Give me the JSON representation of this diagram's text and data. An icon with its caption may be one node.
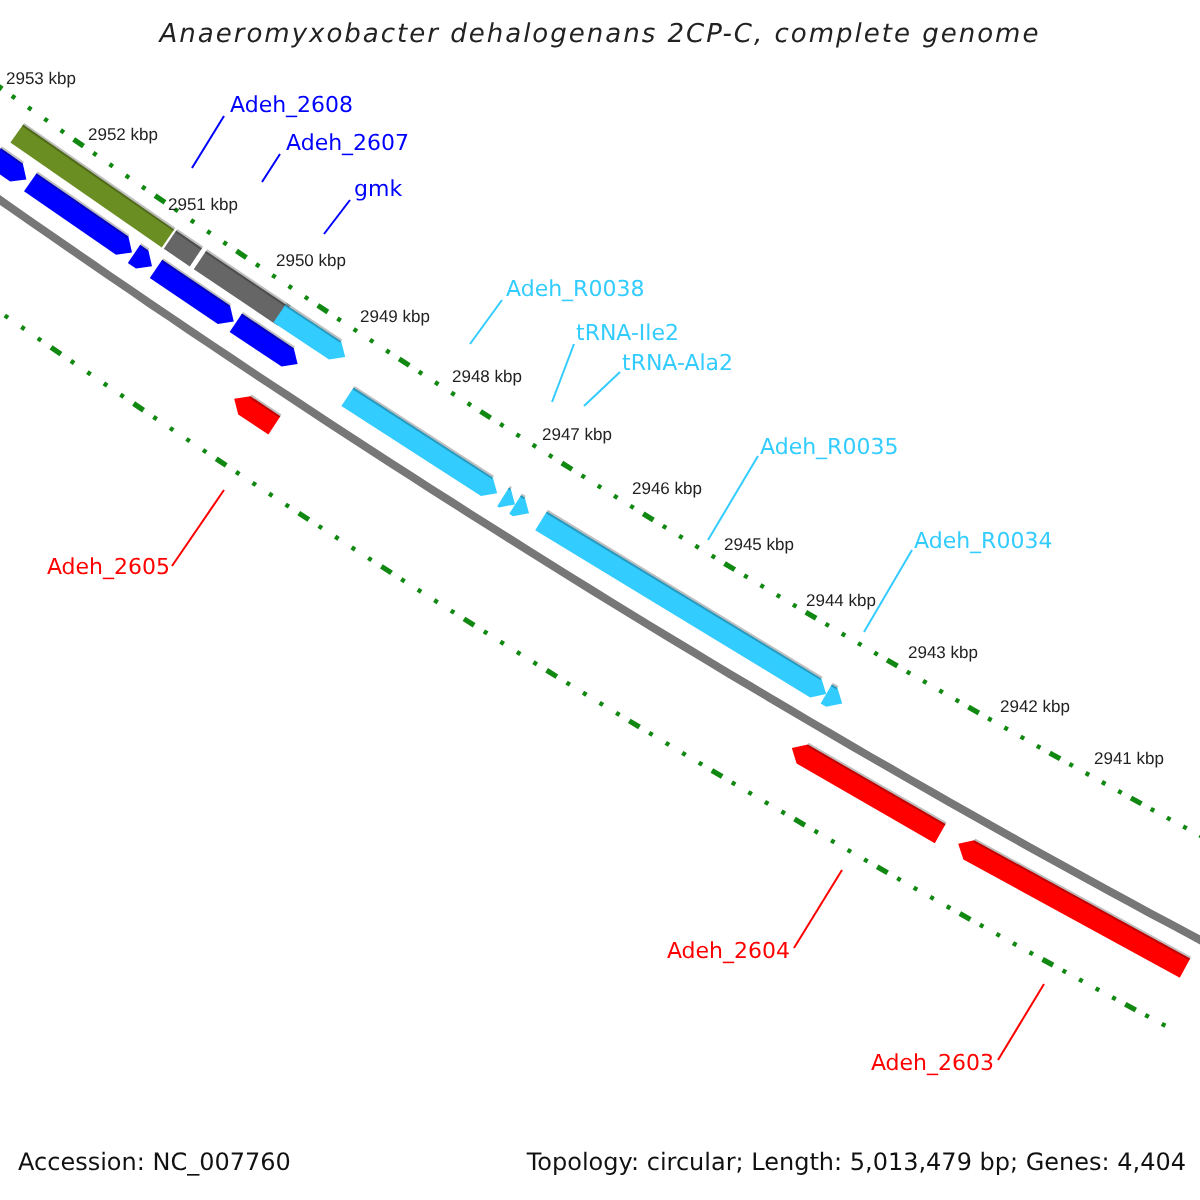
{
  "diagram": {
    "title": "Anaeromyxobacter dehalogenans 2CP-C, complete genome",
    "nodes": [
      {
        "text": [
          "Adeh_2608"
        ]
      },
      {
        "text": [
          "Adeh_2607"
        ]
      },
      {
        "text": [
          "gmk"
        ]
      },
      {
        "text": [
          "Adeh_R0038"
        ]
      },
      {
        "text": [
          "tRNA-Ile2"
        ]
      },
      {
        "text": [
          "tRNA-Ala2"
        ]
      },
      {
        "text": [
          "Adeh_R0035"
        ]
      },
      {
        "text": [
          "Adeh_R0034"
        ]
      },
      {
        "text": [
          "Adeh_2605"
        ]
      },
      {
        "text": [
          "Adeh_2604"
        ]
      },
      {
        "text": [
          "Adeh_2603"
        ]
      }
    ],
    "edges": [
      {
        "from": 0,
        "to": null,
        "arrow": "none",
        "color": "#0000ff"
      },
      {
        "from": 1,
        "to": null,
        "arrow": "none",
        "color": "#0000ff"
      },
      {
        "from": 2,
        "to": null,
        "arrow": "none",
        "color": "#0000ff"
      },
      {
        "from": 3,
        "to": null,
        "arrow": "none"
      },
      {
        "from": 4,
        "to": null,
        "arrow": "none"
      },
      {
        "from": 5,
        "to": null,
        "arrow": "none"
      },
      {
        "from": 6,
        "to": null,
        "arrow": "none"
      },
      {
        "from": 7,
        "to": null,
        "arrow": "none"
      },
      {
        "from": 8,
        "to": null,
        "arrow": "none",
        "color": "#ff0000"
      },
      {
        "from": 9,
        "to": null,
        "arrow": "none",
        "color": "#ff0000"
      },
      {
        "from": 10,
        "to": null,
        "arrow": "none",
        "color": "#ff0000"
      }
    ],
    "labels": [
      "2953 kbp",
      "2952 kbp",
      "2951 kbp",
      "2950 kbp",
      "2949 kbp",
      "2948 kbp",
      "2947 kbp",
      "2946 kbp",
      "2945 kbp",
      "2944 kbp",
      "2943 kbp",
      "2942 kbp",
      "2941 kbp",
      "Accession: NC_007760",
      "Topology: circular; Length: 5,013,479 bp; Genes: 4,404"
    ]
  }
}
